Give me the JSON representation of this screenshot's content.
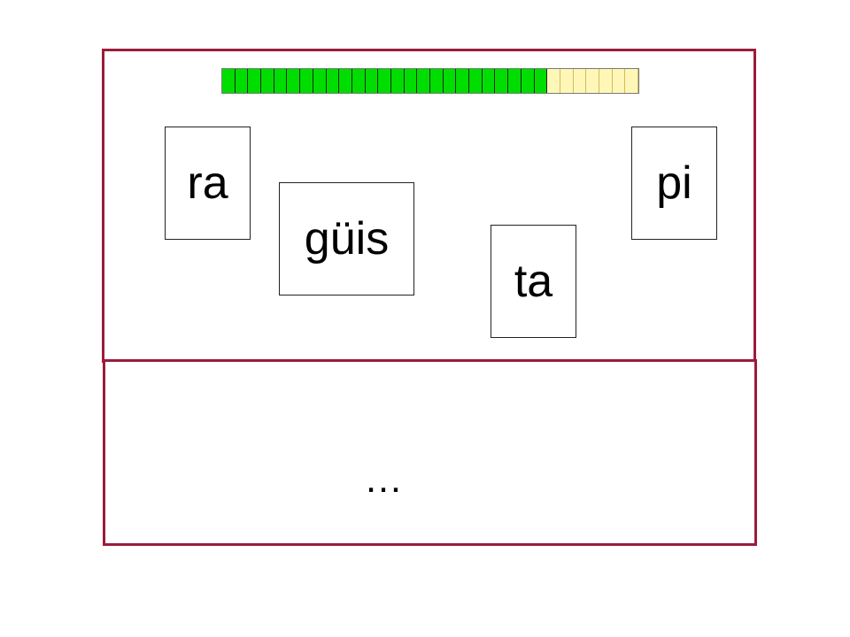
{
  "progress": {
    "filled_segments": 25,
    "total_segments": 32,
    "fraction": 0.78,
    "filled_color": "#00dd00",
    "empty_color": "#fff7b8"
  },
  "cards": [
    {
      "id": "ra",
      "label": "ra"
    },
    {
      "id": "guis",
      "label": "güis"
    },
    {
      "id": "ta",
      "label": "ta"
    },
    {
      "id": "pi",
      "label": "pi"
    }
  ],
  "answer": {
    "placeholder": "…"
  },
  "colors": {
    "frame": "#9b1c3a"
  }
}
